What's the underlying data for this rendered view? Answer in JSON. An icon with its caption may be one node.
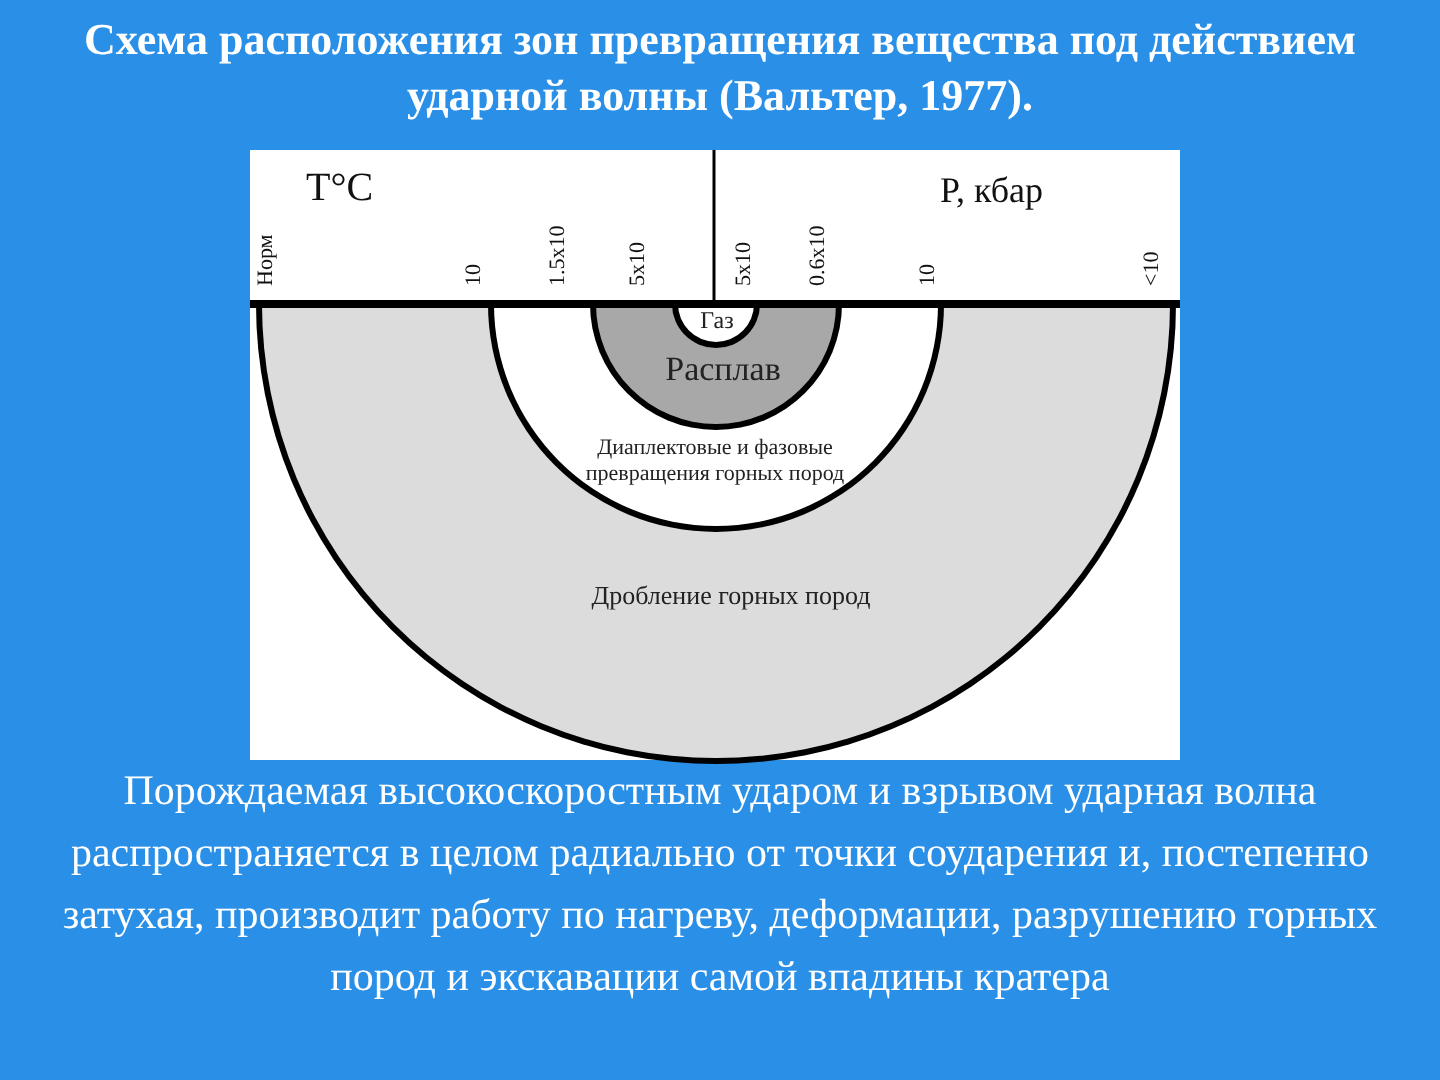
{
  "diagram": {
    "title": "Схема расположения зон превращения вещества под действием ударной волны (Вальтер, 1977).",
    "caption": "Порождаемая высокоскоростным ударом и взрывом ударная волна распространяется в целом радиально от точки соударения и, постепенно затухая, производит работу по нагреву, деформации, разрушению горных пород и экскавации самой впадины кратера",
    "nodes": [
      {
        "text": [
          "Дробление горных пород"
        ]
      },
      {
        "text": [
          "Диаплектовые и фазовые превращения горных пород"
        ],
        "in": 0
      },
      {
        "text": [
          "Расплав"
        ],
        "in": 1
      },
      {
        "text": [
          "Газ"
        ],
        "in": 2
      }
    ],
    "labels": [
      "T°C",
      "P, кбар",
      "Норм",
      "10",
      "1.5x10",
      "5x10",
      "5x10",
      "0.6x10",
      "10",
      "<10"
    ]
  }
}
